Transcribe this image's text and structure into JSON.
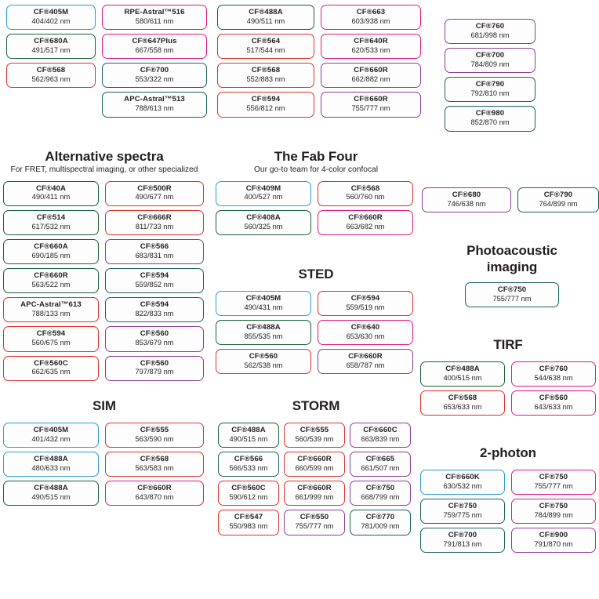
{
  "page": {
    "title": "CF Dye fluorophore selection guide",
    "background": "#ffffff"
  },
  "colors": {
    "blue": "#2e9bd6",
    "green": "#18613a",
    "red": "#e0302a",
    "magenta": "#e5177f",
    "teal": "#1d6061",
    "purple": "#8e3c96",
    "text": "#231f20"
  },
  "sections": {
    "top_left": {
      "title": "",
      "columns": [
        {
          "chips": [
            {
              "name": "CF®405M",
              "spec": "404/402 nm",
              "color": "blue"
            },
            {
              "name": "CF®680A",
              "spec": "491/517 nm",
              "color": "green"
            },
            {
              "name": "CF®568",
              "spec": "562/963 nm",
              "color": "red"
            }
          ]
        },
        {
          "chips": [
            {
              "name": "RPE-Astral™516",
              "spec": "580/611 nm",
              "color": "magenta"
            },
            {
              "name": "CF®647Plus",
              "spec": "667/558 nm",
              "color": "magenta"
            },
            {
              "name": "CF®700",
              "spec": "553/322 nm",
              "color": "teal"
            },
            {
              "name": "APC-Astral™513",
              "spec": "788/613 nm",
              "color": "teal"
            }
          ]
        }
      ]
    },
    "top_mid": {
      "title": "",
      "columns": [
        {
          "chips": [
            {
              "name": "CF®488A",
              "spec": "490/511 nm",
              "color": "green"
            },
            {
              "name": "CF®564",
              "spec": "517/544 nm",
              "color": "red"
            },
            {
              "name": "CF®568",
              "spec": "552/883 nm",
              "color": "red"
            },
            {
              "name": "CF®594",
              "spec": "556/812 nm",
              "color": "red"
            }
          ]
        },
        {
          "chips": [
            {
              "name": "CF®663",
              "spec": "603/938 nm",
              "color": "magenta"
            },
            {
              "name": "CF®640R",
              "spec": "620/533 nm",
              "color": "magenta"
            },
            {
              "name": "CF®660R",
              "spec": "662/882 nm",
              "color": "purple"
            },
            {
              "name": "CF®660R",
              "spec": "755/777 nm",
              "color": "purple"
            }
          ]
        }
      ]
    },
    "top_right": {
      "title": "",
      "columns": [
        {
          "chips": [
            {
              "name": "CF®760",
              "spec": "681/998 nm",
              "color": "purple"
            },
            {
              "name": "CF®700",
              "spec": "784/809 nm",
              "color": "purple"
            },
            {
              "name": "CF®790",
              "spec": "792/810 nm",
              "color": "teal"
            },
            {
              "name": "CF®980",
              "spec": "852/870 nm",
              "color": "teal"
            }
          ]
        }
      ]
    },
    "alternative_spectra": {
      "title": "Alternative spectra",
      "subtitle": "For FRET, multispectral imaging, or other specialized",
      "columns": [
        {
          "chips": [
            {
              "name": "CF®40A",
              "spec": "490/411 nm",
              "color": "green"
            },
            {
              "name": "CF®514",
              "spec": "617/532 nm",
              "color": "green"
            },
            {
              "name": "CF®660A",
              "spec": "690/185 nm",
              "color": "green"
            },
            {
              "name": "CF®660R",
              "spec": "563/522 nm",
              "color": "green"
            },
            {
              "name": "APC-Astral™613",
              "spec": "788/133 nm",
              "color": "red"
            },
            {
              "name": "CF®594",
              "spec": "560/675 nm",
              "color": "red"
            },
            {
              "name": "CF®560C",
              "spec": "662/635 nm",
              "color": "red"
            }
          ]
        },
        {
          "chips": [
            {
              "name": "CF®500R",
              "spec": "490/677 nm",
              "color": "red"
            },
            {
              "name": "CF®666R",
              "spec": "811/733 nm",
              "color": "red"
            },
            {
              "name": "CF®566",
              "spec": "683/831 nm",
              "color": "purple"
            },
            {
              "name": "CF®594",
              "spec": "559/852 nm",
              "color": "teal"
            },
            {
              "name": "CF®594",
              "spec": "822/833 nm",
              "color": "teal"
            },
            {
              "name": "CF®560",
              "spec": "853/679 nm",
              "color": "purple"
            },
            {
              "name": "CF®560",
              "spec": "797/879 nm",
              "color": "purple"
            }
          ]
        }
      ]
    },
    "fab_four": {
      "title": "The Fab Four",
      "subtitle": "Our go-to team for 4-color confocal",
      "columns": [
        {
          "chips": [
            {
              "name": "CF®409M",
              "spec": "400/527 nm",
              "color": "blue"
            },
            {
              "name": "CF®408A",
              "spec": "560/325 nm",
              "color": "green"
            }
          ]
        },
        {
          "chips": [
            {
              "name": "CF®568",
              "spec": "560/760 nm",
              "color": "red"
            },
            {
              "name": "CF®660R",
              "spec": "663/682 nm",
              "color": "magenta"
            }
          ]
        }
      ]
    },
    "sted": {
      "title": "STED",
      "subtitle": "",
      "columns": [
        {
          "chips": [
            {
              "name": "CF®405M",
              "spec": "490/431 nm",
              "color": "blue"
            },
            {
              "name": "CF®488A",
              "spec": "855/535 nm",
              "color": "green"
            },
            {
              "name": "CF®560",
              "spec": "562/538 nm",
              "color": "red"
            }
          ]
        },
        {
          "chips": [
            {
              "name": "CF®594",
              "spec": "559/519 nm",
              "color": "red"
            },
            {
              "name": "CF®640",
              "spec": "653/630 nm",
              "color": "magenta"
            },
            {
              "name": "CF®660R",
              "spec": "658/787 nm",
              "color": "purple"
            }
          ]
        }
      ]
    },
    "sim": {
      "title": "SIM",
      "subtitle": "",
      "columns": [
        {
          "chips": [
            {
              "name": "CF®405M",
              "spec": "401/432 nm",
              "color": "blue"
            },
            {
              "name": "CF®488A",
              "spec": "480/633 nm",
              "color": "blue"
            },
            {
              "name": "CF®488A",
              "spec": "490/515 nm",
              "color": "green"
            }
          ]
        },
        {
          "chips": [
            {
              "name": "CF®555",
              "spec": "563/590 nm",
              "color": "red"
            },
            {
              "name": "CF®568",
              "spec": "563/583 nm",
              "color": "red"
            },
            {
              "name": "CF®660R",
              "spec": "643/870 nm",
              "color": "magenta"
            }
          ]
        }
      ]
    },
    "storm": {
      "title": "STORM",
      "subtitle": "",
      "columns": [
        {
          "chips": [
            {
              "name": "CF®488A",
              "spec": "490/515 nm",
              "color": "green"
            },
            {
              "name": "CF®566",
              "spec": "566/533 nm",
              "color": "teal"
            },
            {
              "name": "CF®560C",
              "spec": "590/612 nm",
              "color": "red"
            },
            {
              "name": "CF®547",
              "spec": "550/983 nm",
              "color": "red"
            }
          ]
        },
        {
          "chips": [
            {
              "name": "CF®555",
              "spec": "560/539 nm",
              "color": "red"
            },
            {
              "name": "CF®660R",
              "spec": "660/599 nm",
              "color": "red"
            },
            {
              "name": "CF®660R",
              "spec": "661/999 nm",
              "color": "red"
            },
            {
              "name": "CF®550",
              "spec": "755/777 nm",
              "color": "purple"
            }
          ]
        },
        {
          "chips": [
            {
              "name": "CF®660C",
              "spec": "663/839 nm",
              "color": "purple"
            },
            {
              "name": "CF®665",
              "spec": "661/507 nm",
              "color": "purple"
            },
            {
              "name": "CF®750",
              "spec": "668/799 nm",
              "color": "purple"
            },
            {
              "name": "CF®770",
              "spec": "781/009 nm",
              "color": "teal"
            }
          ]
        }
      ]
    },
    "right_pair": {
      "title": "",
      "columns": [
        {
          "chips": [
            {
              "name": "CF®680",
              "spec": "746/638 nm",
              "color": "purple"
            }
          ]
        },
        {
          "chips": [
            {
              "name": "CF®790",
              "spec": "764/899 nm",
              "color": "teal"
            }
          ]
        }
      ]
    },
    "photoacoustic": {
      "title": "Photoacoustic",
      "title2": "imaging",
      "subtitle": "",
      "columns": [
        {
          "chips": [
            {
              "name": "CF®750",
              "spec": "755/777 nm",
              "color": "teal"
            }
          ]
        }
      ]
    },
    "tirf": {
      "title": "TIRF",
      "subtitle": "",
      "columns": [
        {
          "chips": [
            {
              "name": "CF®488A",
              "spec": "400/515 nm",
              "color": "green"
            },
            {
              "name": "CF®568",
              "spec": "653/633 nm",
              "color": "red"
            }
          ]
        },
        {
          "chips": [
            {
              "name": "CF®760",
              "spec": "544/638 nm",
              "color": "magenta"
            },
            {
              "name": "CF®560",
              "spec": "643/633 nm",
              "color": "magenta"
            }
          ]
        }
      ]
    },
    "two_photon": {
      "title": "2-photon",
      "subtitle": "",
      "columns": [
        {
          "chips": [
            {
              "name": "CF®660K",
              "spec": "630/532 nm",
              "color": "blue"
            },
            {
              "name": "CF®750",
              "spec": "759/775 nm",
              "color": "teal"
            },
            {
              "name": "CF®700",
              "spec": "791/813 nm",
              "color": "teal"
            }
          ]
        },
        {
          "chips": [
            {
              "name": "CF®750",
              "spec": "755/777 nm",
              "color": "magenta"
            },
            {
              "name": "CF®750",
              "spec": "784/899 nm",
              "color": "magenta"
            },
            {
              "name": "CF®900",
              "spec": "791/870 nm",
              "color": "purple"
            }
          ]
        }
      ]
    }
  }
}
